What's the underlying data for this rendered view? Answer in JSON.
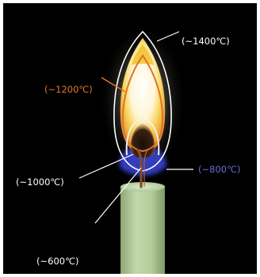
{
  "labels": {
    "outer": "(~1400℃)",
    "middle": "(~1200℃)",
    "inner": "(~1000℃)",
    "blue_base": "(~800℃)",
    "wick": "(~600℃)"
  },
  "colors": {
    "background": "#000000",
    "outer_label": "#ffffff",
    "middle_label": "#e8732a",
    "inner_label": "#ffffff",
    "blue_label": "#6a6ad8",
    "wick_label": "#111111",
    "flame_white": "#ffffff",
    "flame_yellow": "#f4c92e",
    "flame_orange": "#e07224",
    "flame_blue": "#3848e0",
    "candle_green": "#b3cc9a"
  }
}
